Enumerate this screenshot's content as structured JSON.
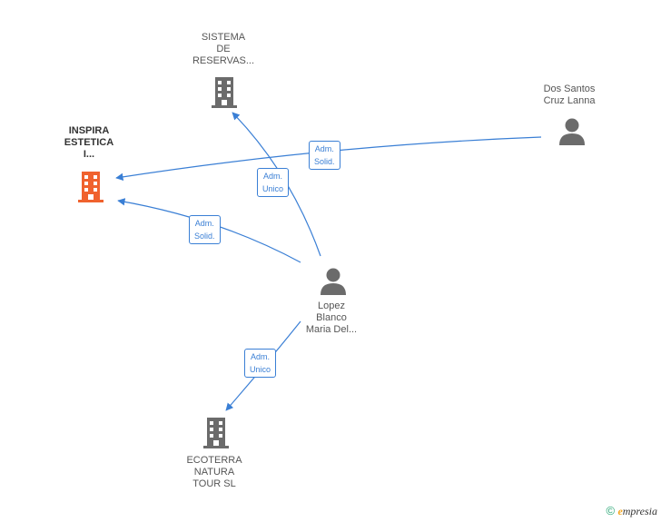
{
  "nodes": {
    "sistema": {
      "type": "company",
      "lines": [
        "SISTEMA",
        "DE",
        "RESERVAS..."
      ],
      "color": "#6b6b6b"
    },
    "inspira": {
      "type": "company",
      "lines": [
        "INSPIRA",
        "ESTETICA",
        "I..."
      ],
      "color": "#f0622e"
    },
    "ecoterra": {
      "type": "company",
      "lines": [
        "ECOTERRA",
        "NATURA",
        "TOUR SL"
      ],
      "color": "#6b6b6b"
    },
    "dossantos": {
      "type": "person",
      "lines": [
        "Dos Santos",
        "Cruz Lanna"
      ],
      "color": "#6b6b6b"
    },
    "lopez": {
      "type": "person",
      "lines": [
        "Lopez",
        "Blanco",
        "Maria Del..."
      ],
      "color": "#6b6b6b"
    }
  },
  "edges": [
    {
      "id": "dossantos-inspira",
      "from": "dossantos",
      "to": "inspira",
      "lines": [
        "Adm.",
        "Solid."
      ]
    },
    {
      "id": "lopez-sistema",
      "from": "lopez",
      "to": "sistema",
      "lines": [
        "Adm.",
        "Unico"
      ]
    },
    {
      "id": "lopez-inspira",
      "from": "lopez",
      "to": "inspira",
      "lines": [
        "Adm.",
        "Solid."
      ]
    },
    {
      "id": "lopez-ecoterra",
      "from": "lopez",
      "to": "ecoterra",
      "lines": [
        "Adm.",
        "Unico"
      ]
    }
  ],
  "edge_color": "#3a7fd5",
  "footer": {
    "copyright": "©",
    "brand_first": "e",
    "brand_rest": "mpresia"
  }
}
